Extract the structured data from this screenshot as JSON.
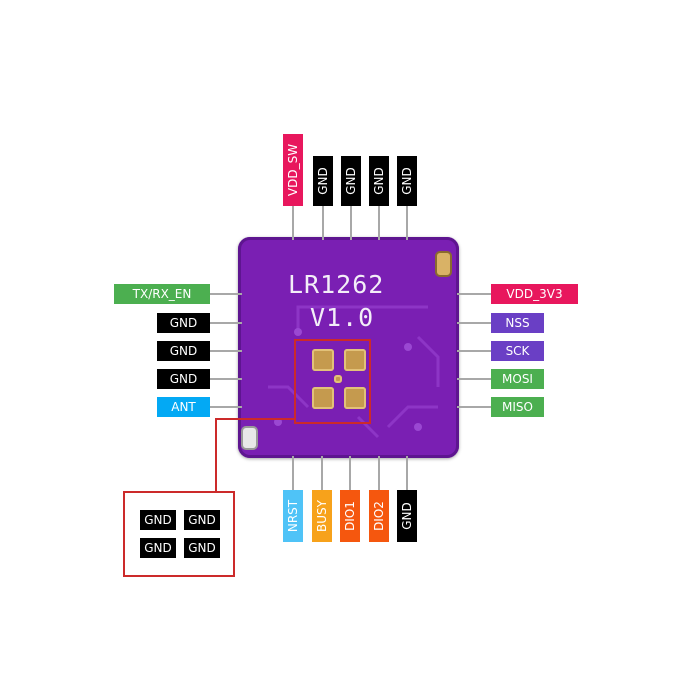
{
  "chip": {
    "name": "LR1262",
    "version": "V1.0"
  },
  "top_pins": [
    "VDD_SW",
    "GND",
    "GND",
    "GND",
    "GND"
  ],
  "left_pins": [
    "TX/RX_EN",
    "GND",
    "GND",
    "GND",
    "ANT"
  ],
  "right_pins": [
    "VDD_3V3",
    "NSS",
    "SCK",
    "MOSI",
    "MISO"
  ],
  "bottom_pins": [
    "NRST",
    "BUSY",
    "DIO1",
    "DIO2",
    "GND"
  ],
  "bottom_pads": [
    "GND",
    "GND",
    "GND",
    "GND"
  ],
  "colors": {
    "power": "#e8175d",
    "gnd": "#000000",
    "green": "#4caf50",
    "blue": "#03a9f4",
    "purple": "#6a3fc5",
    "cyan": "#4fc3f7",
    "orange": "#f7a21b",
    "deep_orange": "#f5570e",
    "board": "#7a1fb3",
    "highlight": "#cc2a2a"
  }
}
